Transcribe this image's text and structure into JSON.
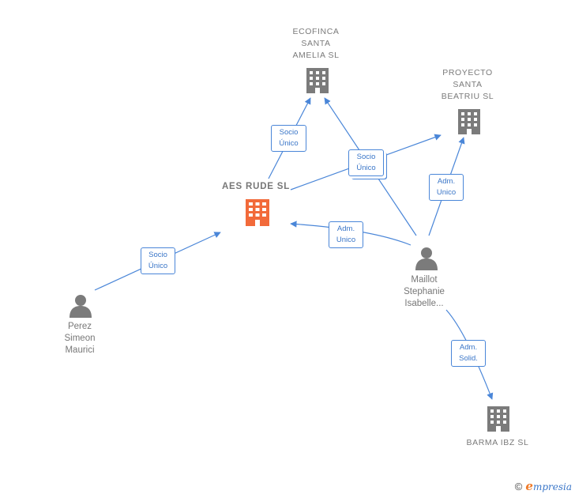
{
  "nodes": {
    "ecofinca": {
      "label": "ECOFINCA\nSANTA\nAMELIA  SL",
      "type": "company"
    },
    "proyecto": {
      "label": "PROYECTO\nSANTA\nBEATRIU  SL",
      "type": "company"
    },
    "aes": {
      "label": "AES RUDE  SL",
      "type": "company-main"
    },
    "maillot": {
      "label": "Maillot\nStephanie\nIsabelle...",
      "type": "person"
    },
    "perez": {
      "label": "Perez\nSimeon\nMaurici",
      "type": "person"
    },
    "barma": {
      "label": "BARMA IBZ  SL",
      "type": "company"
    }
  },
  "edges": {
    "aes_ecofinca": {
      "label": "Socio\nÚnico"
    },
    "aes_proyecto": {
      "label": "Socio\nÚnico"
    },
    "maillot_aes": {
      "label": "Adm.\nUnico"
    },
    "maillot_proyecto": {
      "label": "Adm.\nUnico"
    },
    "perez_aes": {
      "label": "Socio\nÚnico"
    },
    "maillot_barma": {
      "label": "Adm.\nSolid."
    }
  },
  "colors": {
    "edge": "#4a86d8",
    "company_icon": "#7b7b7b",
    "main_company_icon": "#f26a3a",
    "person_icon": "#7b7b7b"
  },
  "footer": {
    "copyright_symbol": "©",
    "brand_initial": "e",
    "brand_rest": "mpresia"
  }
}
